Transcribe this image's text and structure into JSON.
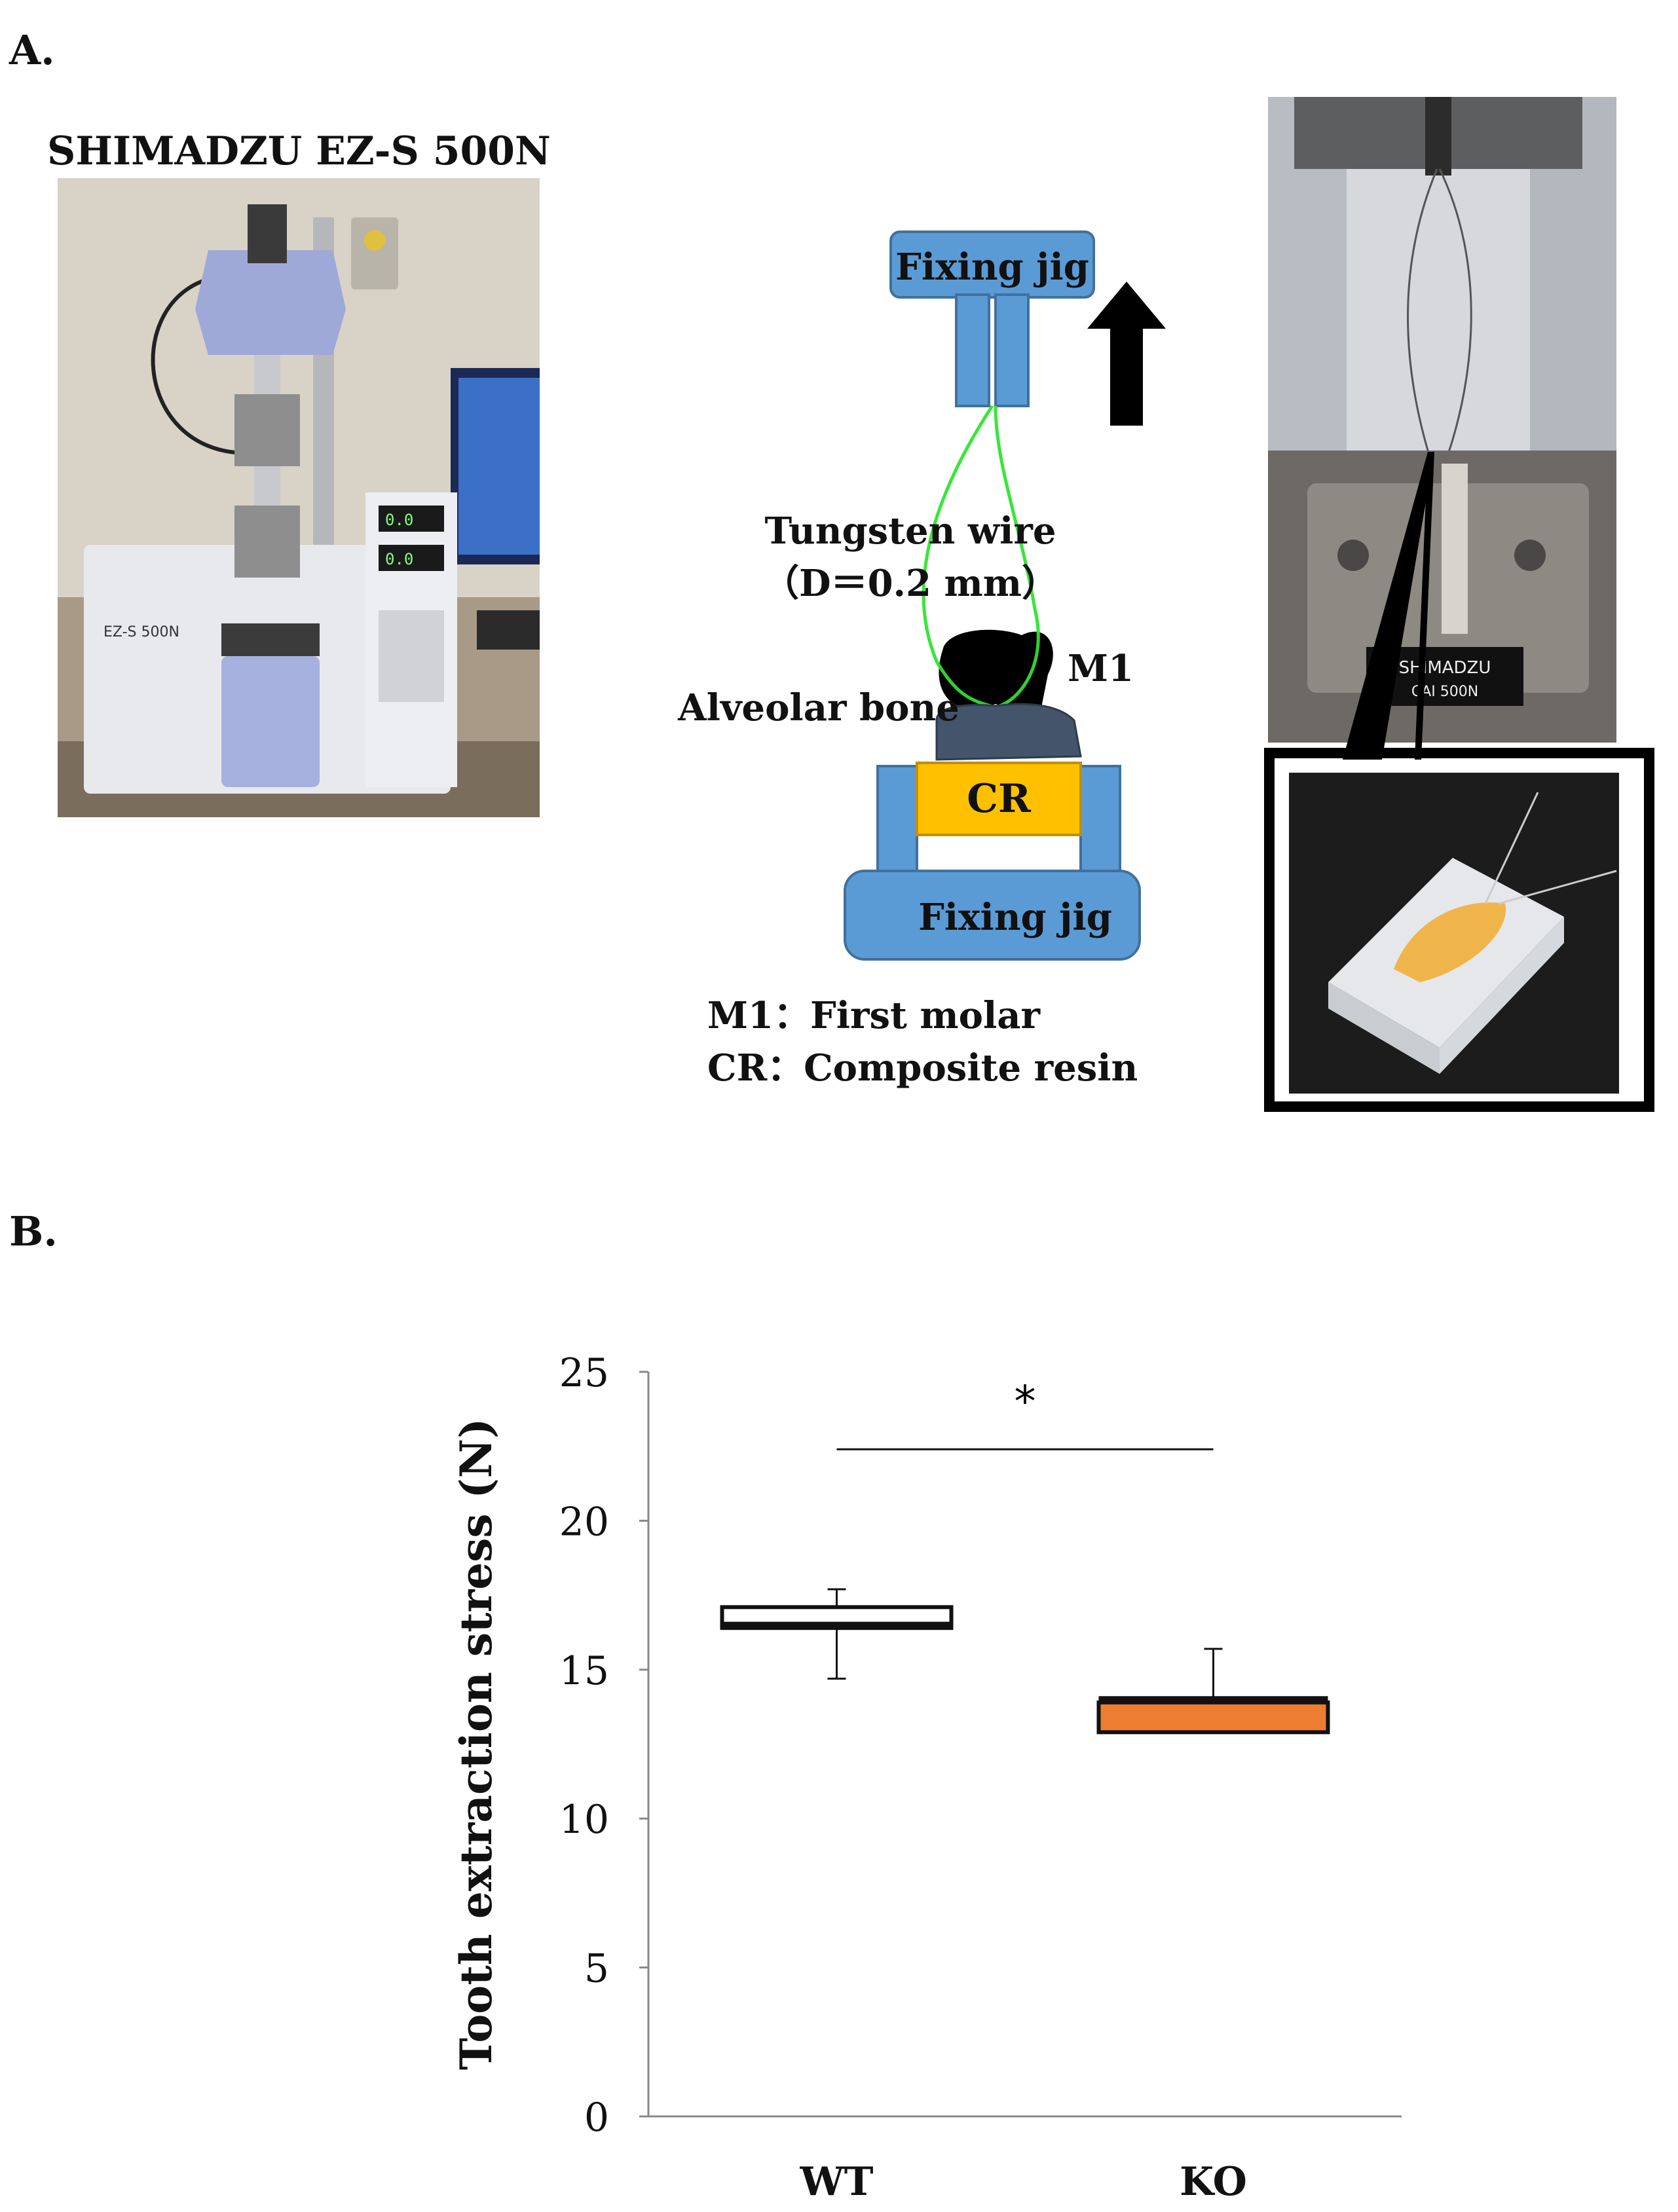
{
  "panel_a": {
    "label": "A.",
    "machine_caption": "SHIMADZU EZ-S 500N",
    "machine_photo": {
      "badge": "EZ-S 500N",
      "display_1": "0.0",
      "display_2": "0.0"
    },
    "right_photo": {
      "plate_text": "SHIMADZU",
      "plate_sub": "CAI 500N"
    },
    "diagram": {
      "top_jig": "Fixing jig",
      "bottom_jig": "Fixing jig",
      "wire_label": "Tungsten wire",
      "wire_dim": "（D＝0.2 mm）",
      "m1": "M1",
      "bone": "Alveolar bone",
      "cr": "CR",
      "legend_1": "M1：First molar",
      "legend_2": "CR：Composite resin"
    }
  },
  "panel_b": {
    "label": "B.",
    "significance": "*"
  },
  "colors": {
    "jig_blue": "#5b9bd5",
    "cr_yellow": "#ffc000",
    "wire_green": "#39e639",
    "bone_gray": "#44546a",
    "ko_orange": "#ed7d31"
  },
  "chart_data": {
    "type": "box",
    "categories": [
      "WT",
      "KO"
    ],
    "ylabel": "Tooth extraction stress (N)",
    "xlabel": "",
    "ylim": [
      0,
      25
    ],
    "yticks": [
      0,
      5,
      10,
      15,
      20,
      25
    ],
    "series": [
      {
        "category": "WT",
        "min": 14.7,
        "q1": 16.4,
        "median": 16.5,
        "q3": 17.1,
        "max": 17.7,
        "fill": "#ffffff"
      },
      {
        "category": "KO",
        "min": 12.9,
        "q1": 12.9,
        "median": 14.0,
        "q3": 13.9,
        "max": 15.7,
        "fill": "#ed7d31"
      }
    ]
  }
}
